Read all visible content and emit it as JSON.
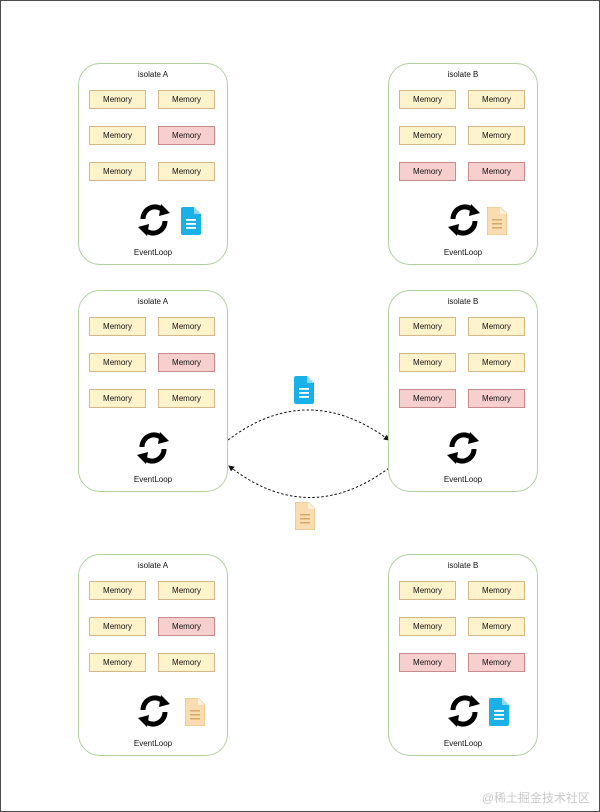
{
  "panels": [
    {
      "name": "isolate A",
      "event_loop": "EventLoop",
      "memory": [
        "Memory",
        "Memory",
        "Memory",
        "Memory",
        "Memory",
        "Memory"
      ]
    },
    {
      "name": "isolate B",
      "event_loop": "EventLoop",
      "memory": [
        "Memory",
        "Memory",
        "Memory",
        "Memory",
        "Memory",
        "Memory"
      ]
    },
    {
      "name": "isolate A",
      "event_loop": "EventLoop",
      "memory": [
        "Memory",
        "Memory",
        "Memory",
        "Memory",
        "Memory",
        "Memory"
      ]
    },
    {
      "name": "isolate B",
      "event_loop": "EventLoop",
      "memory": [
        "Memory",
        "Memory",
        "Memory",
        "Memory",
        "Memory",
        "Memory"
      ]
    },
    {
      "name": "isolate A",
      "event_loop": "EventLoop",
      "memory": [
        "Memory",
        "Memory",
        "Memory",
        "Memory",
        "Memory",
        "Memory"
      ]
    },
    {
      "name": "isolate B",
      "event_loop": "EventLoop",
      "memory": [
        "Memory",
        "Memory",
        "Memory",
        "Memory",
        "Memory",
        "Memory"
      ]
    }
  ],
  "colors": {
    "memory_free": "#fff3cc",
    "memory_used": "#f7cfcf",
    "message_blue": "#1ab0e8",
    "message_orange": "#f9dcb0",
    "panel_border": "#b2d0a0"
  },
  "icons": [
    "cycle-icon",
    "document-icon"
  ],
  "watermark": "@稀土掘金技术社区"
}
